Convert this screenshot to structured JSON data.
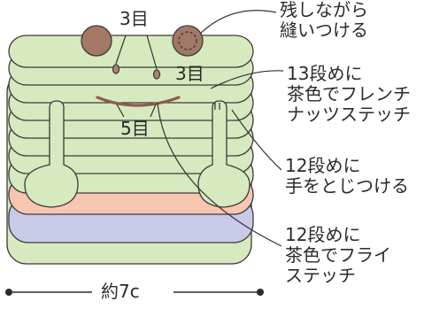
{
  "labels": {
    "eye_spacing": "3目",
    "eye_to_mouth": "3目",
    "mouth_width": "5目",
    "ear_note": "残しながら\n縫いつける",
    "nose_note": "13段めに\n茶色でフレンチ\nナッツステッチ",
    "hand_note": "12段めに\n手をとじつける",
    "mouth_note": "12段めに\n茶色でフライ\nステッチ",
    "width_measure": "約7c"
  },
  "colors": {
    "body_green": "#d6e9bf",
    "outline": "#3c3c3c",
    "band_peach": "#f6c6b0",
    "band_lavender": "#c9c9e8",
    "ear_brown": "#a37867",
    "nose_brown": "#b3806b",
    "mouth_brown": "#8b5e4a",
    "leader_line": "#333333"
  }
}
